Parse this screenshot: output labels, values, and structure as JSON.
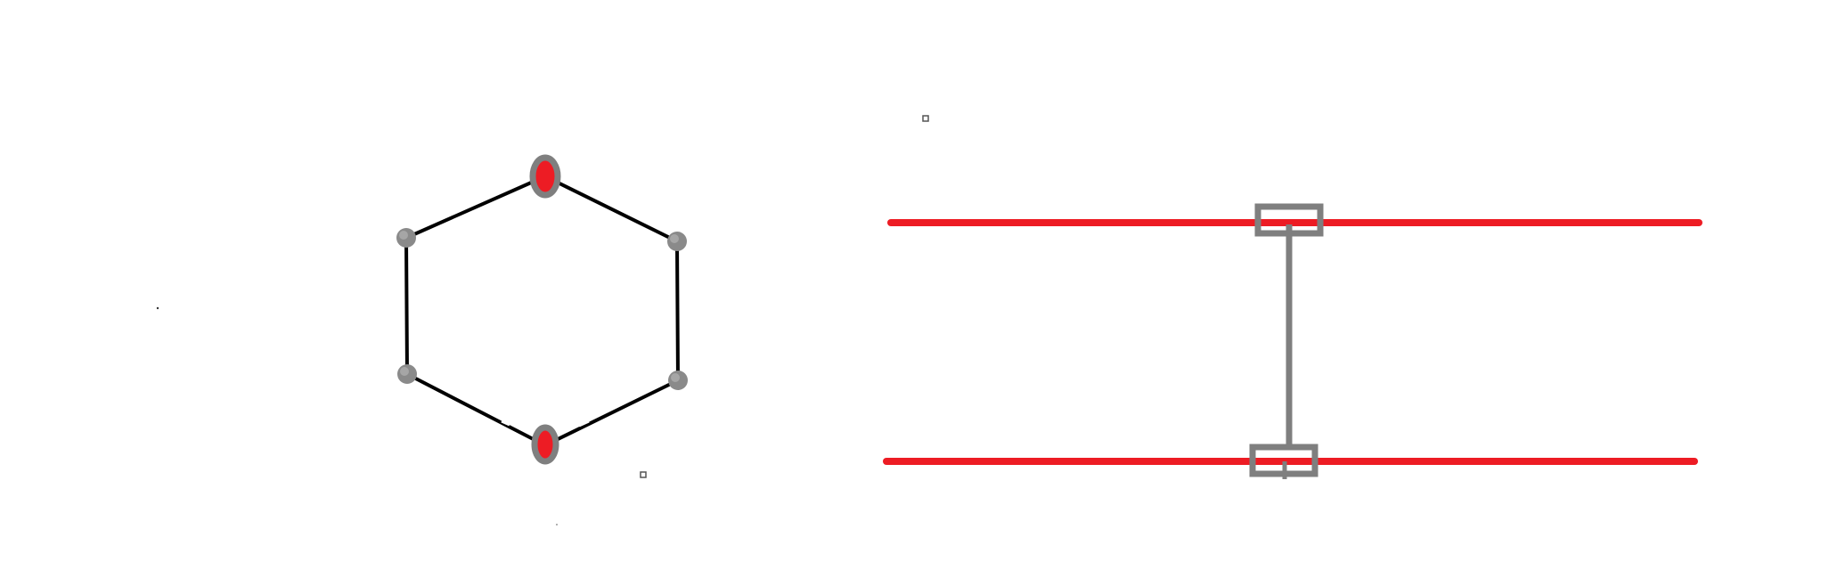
{
  "colors": {
    "background": "#ffffff",
    "ring_bond": "#000000",
    "carbon_atom": "#888888",
    "oxygen_atom_fill": "#ed1c24",
    "oxygen_atom_ring": "#7f7f7f",
    "rail": "#ed1c24",
    "connector": "#7f7f7f",
    "stray_dot": "#555555"
  },
  "molecule": {
    "atoms": [
      {
        "element": "O",
        "position": "top"
      },
      {
        "element": "C",
        "position": "upper-right"
      },
      {
        "element": "C",
        "position": "lower-right"
      },
      {
        "element": "O",
        "position": "bottom"
      },
      {
        "element": "C",
        "position": "lower-left"
      },
      {
        "element": "C",
        "position": "upper-left"
      }
    ],
    "bonds": [
      [
        0,
        1
      ],
      [
        1,
        2
      ],
      [
        2,
        3
      ],
      [
        3,
        4
      ],
      [
        4,
        5
      ],
      [
        5,
        0
      ]
    ]
  },
  "rails": {
    "count": 2,
    "connector": {
      "type": "bracket-link",
      "ends": 2
    }
  }
}
